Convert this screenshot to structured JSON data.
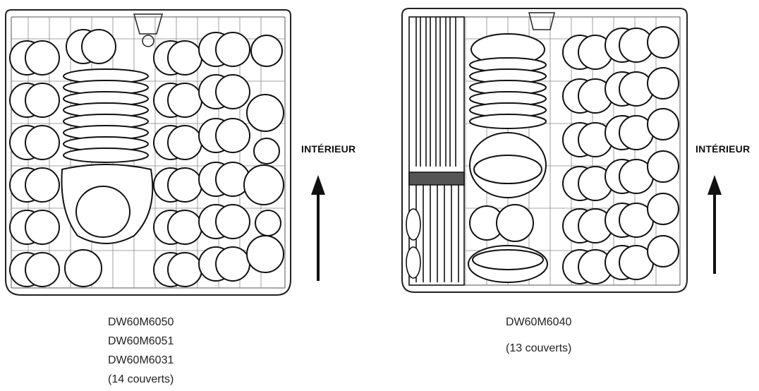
{
  "left_figure": {
    "arrow_label": "INTÉRIEUR",
    "models": [
      "DW60M6050",
      "DW60M6051",
      "DW60M6031"
    ],
    "capacity": "(14 couverts)"
  },
  "right_figure": {
    "arrow_label": "INTÉRIEUR",
    "models": [
      "DW60M6040"
    ],
    "capacity": "(13 couverts)"
  }
}
